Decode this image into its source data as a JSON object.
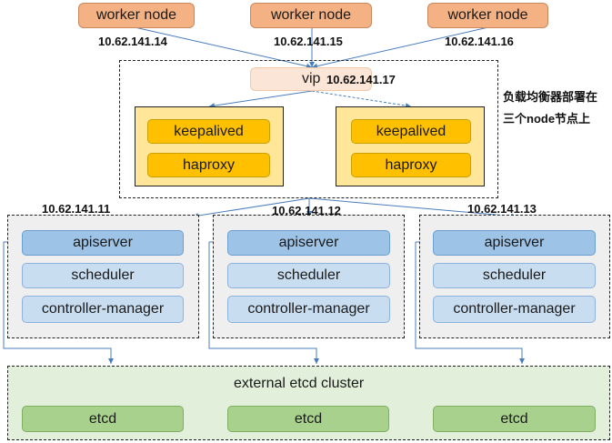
{
  "workers": [
    {
      "label": "worker node",
      "ip": "10.62.141.14"
    },
    {
      "label": "worker node",
      "ip": "10.62.141.15"
    },
    {
      "label": "worker node",
      "ip": "10.62.141.16"
    }
  ],
  "lb": {
    "vip_label": "vip",
    "vip_ip": "10.62.141.17",
    "note_line1": "负载均衡器部署在",
    "note_line2": "三个node节点上",
    "nodes": [
      {
        "keepalived": "keepalived",
        "haproxy": "haproxy"
      },
      {
        "keepalived": "keepalived",
        "haproxy": "haproxy"
      }
    ]
  },
  "masters": [
    {
      "ip": "10.62.141.11",
      "apiserver": "apiserver",
      "scheduler": "scheduler",
      "controller": "controller-manager"
    },
    {
      "ip": "10.62.141.12",
      "apiserver": "apiserver",
      "scheduler": "scheduler",
      "controller": "controller-manager"
    },
    {
      "ip": "10.62.141.13",
      "apiserver": "apiserver",
      "scheduler": "scheduler",
      "controller": "controller-manager"
    }
  ],
  "etcd_cluster": {
    "title": "external etcd cluster",
    "members": [
      "etcd",
      "etcd",
      "etcd"
    ]
  },
  "colors": {
    "worker": "#f4b183",
    "vip": "#fbe5d6",
    "keepalived": "#ffc000",
    "lb_node": "#ffe699",
    "apiserver": "#9dc3e6",
    "component": "#c9ddf1",
    "etcd": "#a9d18e",
    "arrow": "#4a7ebb"
  }
}
